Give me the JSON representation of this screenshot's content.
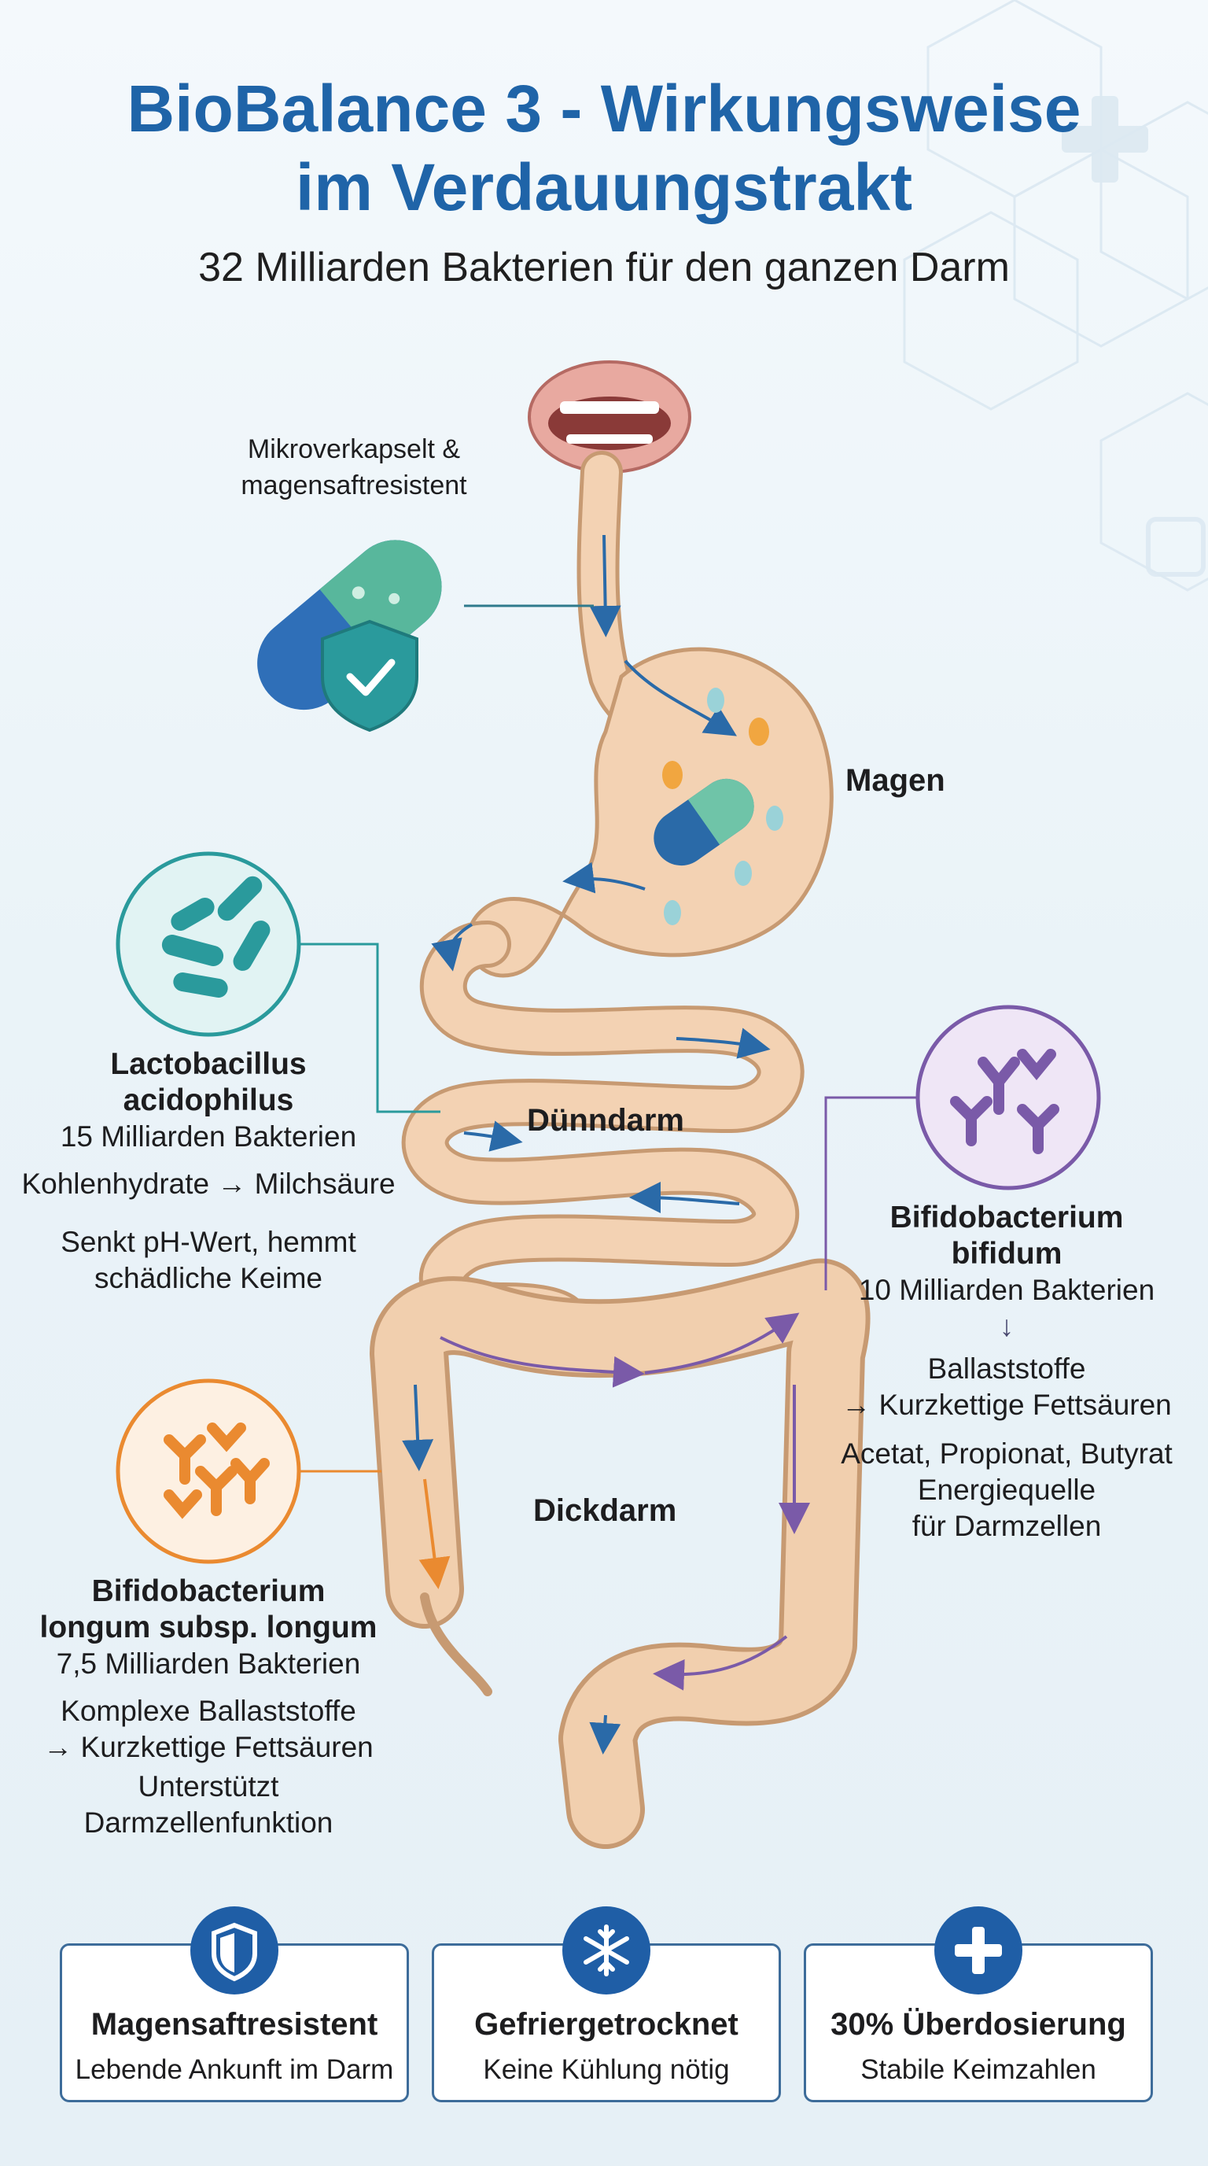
{
  "header": {
    "title_line1": "BioBalance 3 - Wirkungsweise",
    "title_line2": "im Verdauungstrakt",
    "subtitle": "32 Milliarden Bakterien für den ganzen Darm"
  },
  "capsule_note": {
    "line1": "Mikroverkapselt &",
    "line2": "magensaftresistent"
  },
  "organs": {
    "stomach": "Magen",
    "small_intestine": "Dünndarm",
    "large_intestine": "Dickdarm"
  },
  "strains": {
    "lacto": {
      "name_line1": "Lactobacillus",
      "name_line2": "acidophilus",
      "count": "15 Milliarden Bakterien",
      "process": "Kohlenhydrate → Milchsäure",
      "effect_line1": "Senkt pH-Wert, hemmt",
      "effect_line2": "schädliche Keime"
    },
    "bifidum": {
      "name_line1": "Bifidobacterium",
      "name_line2": "bifidum",
      "count": "10 Milliarden Bakterien",
      "arrow": "↓",
      "process_line1": "Ballaststoffe",
      "process_line2": "→ Kurzkettige Fettsäuren",
      "effect_line1": "Acetat, Propionat, Butyrat",
      "effect_line2": "Energiequelle",
      "effect_line3": "für Darmzellen"
    },
    "longum": {
      "name_line1": "Bifidobacterium",
      "name_line2": "longum subsp. longum",
      "count": "7,5 Milliarden Bakterien",
      "process_line1": "Komplexe Ballaststoffe",
      "process_line2": "→ Kurzkettige Fettsäuren",
      "effect_line1": "Unterstützt",
      "effect_line2": "Darmzellenfunktion"
    }
  },
  "features": [
    {
      "title": "Magensaftresistent",
      "subtitle": "Lebende Ankunft im Darm",
      "icon": "shield-icon"
    },
    {
      "title": "Gefriergetrocknet",
      "subtitle": "Keine Kühlung nötig",
      "icon": "snowflake-icon"
    },
    {
      "title": "30% Überdosierung",
      "subtitle": "Stabile Keimzahlen",
      "icon": "plus-icon"
    }
  ],
  "colors": {
    "title_blue": "#1f64a8",
    "lacto_teal": "#2a9a9c",
    "bifidum_purple": "#7a5aa8",
    "longum_orange": "#ea8a30",
    "gut_beige": "#f3d2b3",
    "gut_outline": "#c79a72"
  }
}
